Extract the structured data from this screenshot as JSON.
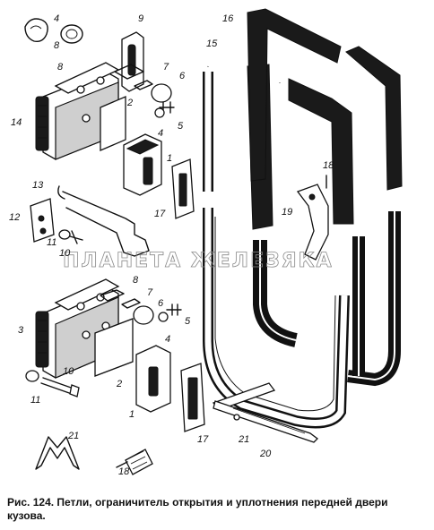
{
  "figure": {
    "watermark": "ПЛАНЕТА ЖЕЛЕЗЯКА",
    "callouts": {
      "c1": "1",
      "c1b": "1",
      "c2": "2",
      "c2b": "2",
      "c3": "3",
      "c4": "4",
      "c4b": "4",
      "c4c": "4",
      "c5": "5",
      "c5b": "5",
      "c6": "6",
      "c6b": "6",
      "c7": "7",
      "c7b": "7",
      "c8": "8",
      "c8b": "8",
      "c8c": "8",
      "c9": "9",
      "c10": "10",
      "c10b": "10",
      "c11": "11",
      "c11b": "11",
      "c12": "12",
      "c13": "13",
      "c14": "14",
      "c15": "15",
      "c16": "16",
      "c17": "17",
      "c17b": "17",
      "c18": "18",
      "c18b": "18",
      "c19": "19",
      "c20": "20",
      "c21": "21",
      "c21b": "21"
    }
  },
  "caption": "Рис. 124. Петли, ограничитель открытия и уплотнения передней двери кузова."
}
